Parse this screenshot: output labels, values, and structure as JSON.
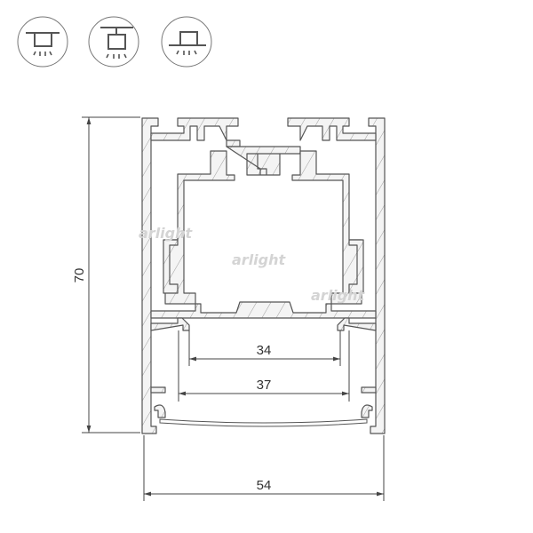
{
  "mount_icons": [
    {
      "name": "recessed-mount-icon"
    },
    {
      "name": "suspended-mount-icon"
    },
    {
      "name": "surface-mount-icon"
    }
  ],
  "dimensions": {
    "height": "70",
    "width": "54",
    "inner_34": "34",
    "inner_37": "37"
  },
  "watermark": "arlight",
  "colors": {
    "line": "#555555",
    "fill": "#f2f2f2",
    "dim": "#444444"
  }
}
